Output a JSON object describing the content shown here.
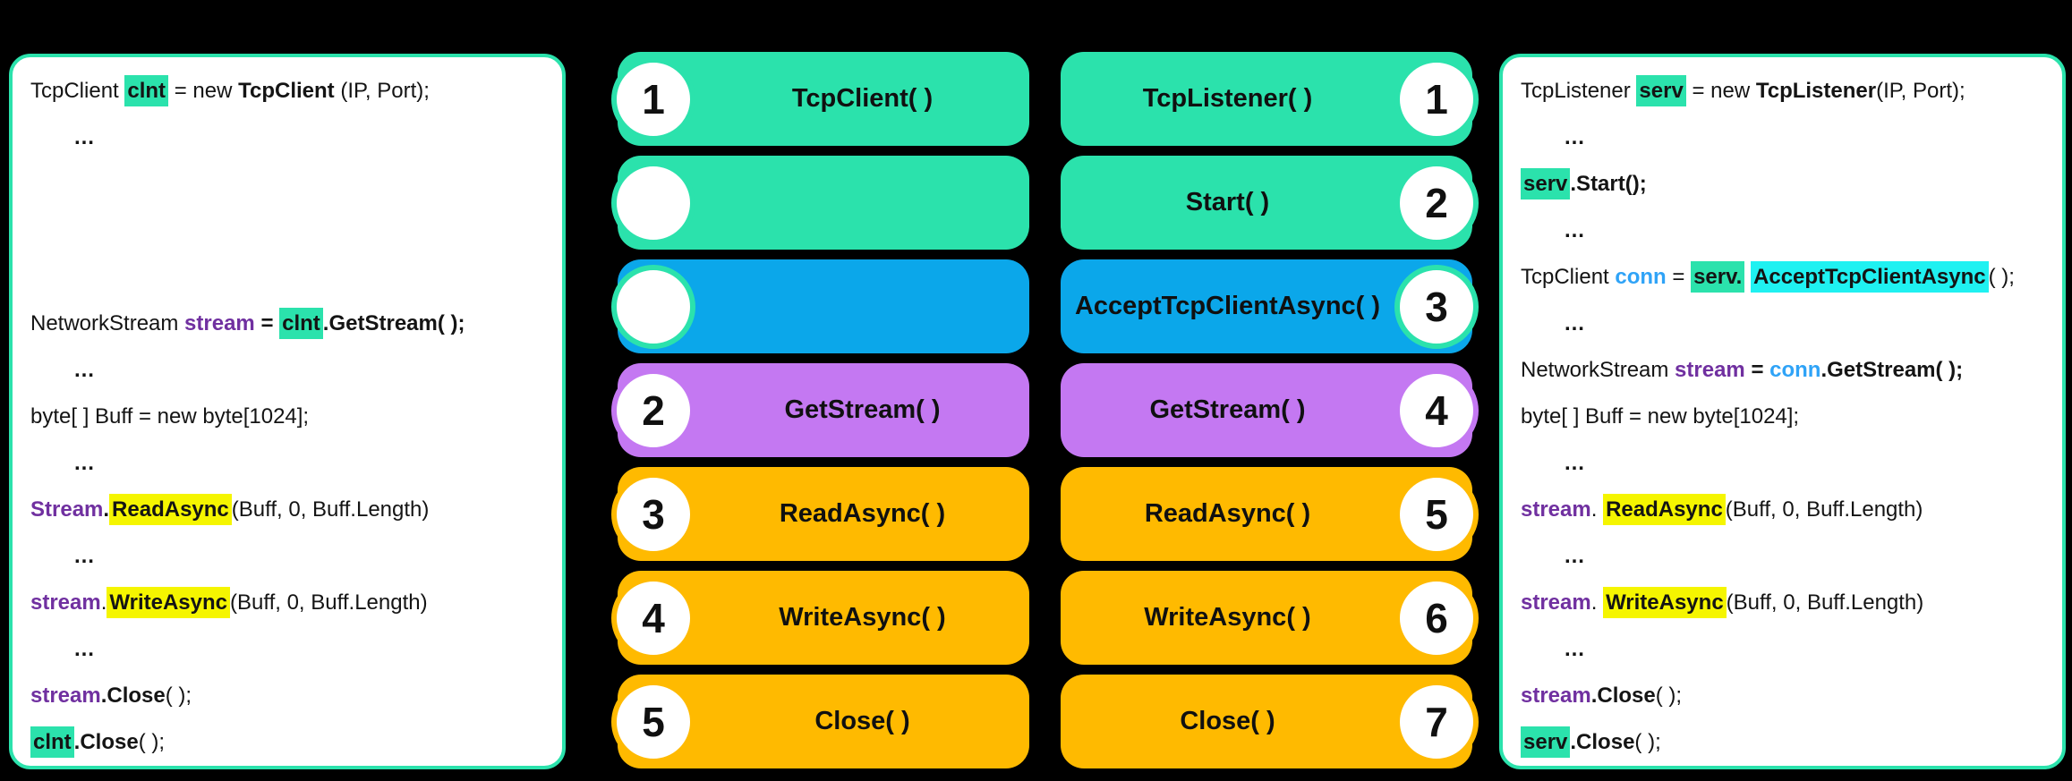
{
  "colors": {
    "background": "#000000",
    "panel_bg": "#ffffff",
    "panel_border": "#2BE2AC",
    "green": "#2BE2AC",
    "blue": "#0BA7EA",
    "purple": "#C478F2",
    "orange": "#FFBA00",
    "hl_green": "#2BE2AC",
    "hl_yellow": "#F5F500",
    "hl_cyan": "#1FF1F1",
    "code_purple": "#7030A0",
    "code_blue": "#2FA3F7"
  },
  "client_panel": {
    "lines": [
      {
        "segments": [
          {
            "t": "TcpClient ",
            "s": "plain"
          },
          {
            "t": "clnt",
            "s": "hl-green"
          },
          {
            "t": " = new ",
            "s": "plain"
          },
          {
            "t": "TcpClient",
            "s": "bold"
          },
          {
            "t": " (IP, Port);",
            "s": "plain"
          }
        ]
      },
      {
        "indent": true,
        "segments": [
          {
            "t": "…",
            "s": "bold"
          }
        ]
      },
      {
        "segments": []
      },
      {
        "segments": []
      },
      {
        "segments": []
      },
      {
        "segments": [
          {
            "t": "NetworkStream ",
            "s": "plain"
          },
          {
            "t": "stream ",
            "s": "purple-bold"
          },
          {
            "t": "= ",
            "s": "bold"
          },
          {
            "t": "clnt",
            "s": "hl-green"
          },
          {
            "t": ".GetStream( );",
            "s": "bold"
          }
        ]
      },
      {
        "indent": true,
        "segments": [
          {
            "t": "…",
            "s": "bold"
          }
        ]
      },
      {
        "segments": [
          {
            "t": "byte[ ] Buff = new byte[1024];",
            "s": "plain"
          }
        ]
      },
      {
        "indent": true,
        "segments": [
          {
            "t": "…",
            "s": "bold"
          }
        ]
      },
      {
        "segments": [
          {
            "t": "Stream",
            "s": "purple-bold"
          },
          {
            "t": ".",
            "s": "bold"
          },
          {
            "t": "ReadAsync",
            "s": "hl-yellow"
          },
          {
            "t": "(Buff, 0, Buff.Length)",
            "s": "plain"
          }
        ]
      },
      {
        "indent": true,
        "segments": [
          {
            "t": "…",
            "s": "bold"
          }
        ]
      },
      {
        "segments": [
          {
            "t": "stream",
            "s": "purple-bold"
          },
          {
            "t": ".",
            "s": "plain"
          },
          {
            "t": "WriteAsync",
            "s": "hl-yellow"
          },
          {
            "t": "(Buff, 0, Buff.Length)",
            "s": "plain"
          }
        ]
      },
      {
        "indent": true,
        "segments": [
          {
            "t": "…",
            "s": "bold"
          }
        ]
      },
      {
        "segments": [
          {
            "t": "stream",
            "s": "purple-bold"
          },
          {
            "t": ".Close",
            "s": "bold"
          },
          {
            "t": "( );",
            "s": "plain"
          }
        ]
      },
      {
        "segments": [
          {
            "t": "clnt",
            "s": "hl-green"
          },
          {
            "t": ".Close",
            "s": "bold"
          },
          {
            "t": "( );",
            "s": "plain"
          }
        ]
      }
    ]
  },
  "server_panel": {
    "lines": [
      {
        "segments": [
          {
            "t": "TcpListener ",
            "s": "plain"
          },
          {
            "t": "serv",
            "s": "hl-green"
          },
          {
            "t": " = new ",
            "s": "plain"
          },
          {
            "t": "TcpListener",
            "s": "bold"
          },
          {
            "t": "(IP, Port);",
            "s": "plain"
          }
        ]
      },
      {
        "indent": true,
        "segments": [
          {
            "t": "…",
            "s": "bold"
          }
        ]
      },
      {
        "segments": [
          {
            "t": "serv",
            "s": "hl-green"
          },
          {
            "t": ".Start();",
            "s": "bold"
          }
        ]
      },
      {
        "indent": true,
        "segments": [
          {
            "t": "…",
            "s": "bold"
          }
        ]
      },
      {
        "segments": [
          {
            "t": "TcpClient ",
            "s": "plain"
          },
          {
            "t": "conn",
            "s": "blue-bold"
          },
          {
            "t": " = ",
            "s": "plain"
          },
          {
            "t": "serv.",
            "s": "hl-green"
          },
          {
            "t": " ",
            "s": "plain"
          },
          {
            "t": "AcceptTcpClientAsync",
            "s": "hl-cyan"
          },
          {
            "t": "( );",
            "s": "plain"
          }
        ]
      },
      {
        "indent": true,
        "segments": [
          {
            "t": "…",
            "s": "bold"
          }
        ]
      },
      {
        "segments": [
          {
            "t": "NetworkStream ",
            "s": "plain"
          },
          {
            "t": "stream ",
            "s": "purple-bold"
          },
          {
            "t": "= ",
            "s": "bold"
          },
          {
            "t": "conn",
            "s": "blue-bold"
          },
          {
            "t": ".GetStream( );",
            "s": "bold"
          }
        ]
      },
      {
        "segments": [
          {
            "t": "byte[ ] Buff = new byte[1024];",
            "s": "plain"
          }
        ]
      },
      {
        "indent": true,
        "segments": [
          {
            "t": "…",
            "s": "bold"
          }
        ]
      },
      {
        "segments": [
          {
            "t": "stream",
            "s": "purple-bold"
          },
          {
            "t": ". ",
            "s": "plain"
          },
          {
            "t": "ReadAsync",
            "s": "hl-yellow"
          },
          {
            "t": "(Buff, 0, Buff.Length)",
            "s": "plain"
          }
        ]
      },
      {
        "indent": true,
        "segments": [
          {
            "t": "…",
            "s": "bold"
          }
        ]
      },
      {
        "segments": [
          {
            "t": "stream",
            "s": "purple-bold"
          },
          {
            "t": ". ",
            "s": "plain"
          },
          {
            "t": "WriteAsync",
            "s": "hl-yellow"
          },
          {
            "t": "(Buff, 0, Buff.Length)",
            "s": "plain"
          }
        ]
      },
      {
        "indent": true,
        "segments": [
          {
            "t": "…",
            "s": "bold"
          }
        ]
      },
      {
        "segments": [
          {
            "t": "stream",
            "s": "purple-bold"
          },
          {
            "t": ".Close",
            "s": "bold"
          },
          {
            "t": "( );",
            "s": "plain"
          }
        ]
      },
      {
        "segments": [
          {
            "t": "serv",
            "s": "hl-green"
          },
          {
            "t": ".Close",
            "s": "bold"
          },
          {
            "t": "( );",
            "s": "plain"
          }
        ]
      }
    ]
  },
  "client_pills": [
    {
      "number": "1",
      "label": "TcpClient( )",
      "color": "green"
    },
    {
      "number": "",
      "label": "",
      "color": "green"
    },
    {
      "number": "",
      "label": "",
      "color": "blue"
    },
    {
      "number": "2",
      "label": "GetStream( )",
      "color": "purple"
    },
    {
      "number": "3",
      "label": "ReadAsync( )",
      "color": "orange"
    },
    {
      "number": "4",
      "label": "WriteAsync( )",
      "color": "orange"
    },
    {
      "number": "5",
      "label": "Close( )",
      "color": "orange"
    }
  ],
  "server_pills": [
    {
      "number": "1",
      "label": "TcpListener( )",
      "color": "green"
    },
    {
      "number": "2",
      "label": "Start( )",
      "color": "green"
    },
    {
      "number": "3",
      "label": "AcceptTcpClientAsync( )",
      "color": "blue"
    },
    {
      "number": "4",
      "label": "GetStream( )",
      "color": "purple"
    },
    {
      "number": "5",
      "label": "ReadAsync( )",
      "color": "orange"
    },
    {
      "number": "6",
      "label": "WriteAsync( )",
      "color": "orange"
    },
    {
      "number": "7",
      "label": "Close( )",
      "color": "orange"
    }
  ]
}
